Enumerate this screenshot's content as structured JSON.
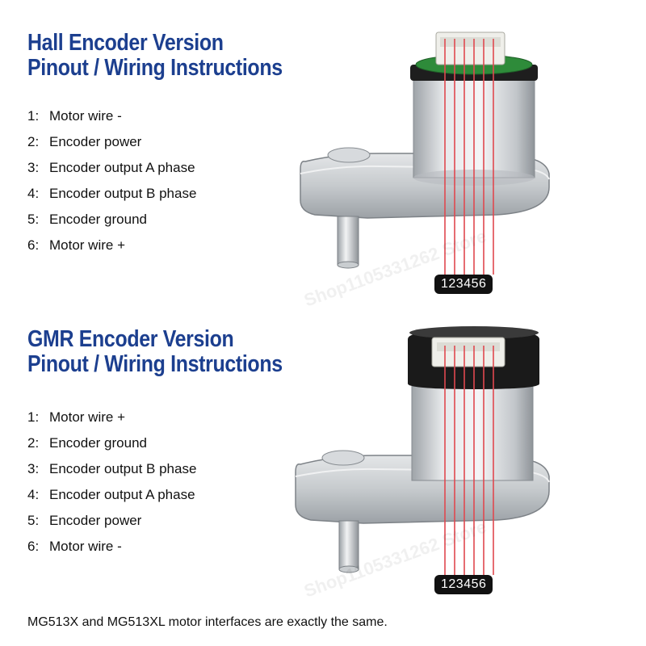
{
  "hall": {
    "title_line1": "Hall Encoder Version",
    "title_line2": "Pinout / Wiring Instructions",
    "pins": [
      {
        "num": "1:",
        "label": "Motor wire -"
      },
      {
        "num": "2:",
        "label": "Encoder power"
      },
      {
        "num": "3:",
        "label": "Encoder output A phase"
      },
      {
        "num": "4:",
        "label": "Encoder output B phase"
      },
      {
        "num": "5:",
        "label": "Encoder ground"
      },
      {
        "num": "6:",
        "label": "Motor wire +"
      }
    ],
    "pin_numbers": "123456"
  },
  "gmr": {
    "title_line1": "GMR Encoder Version",
    "title_line2": "Pinout / Wiring Instructions",
    "pins": [
      {
        "num": "1:",
        "label": "Motor wire +"
      },
      {
        "num": "2:",
        "label": "Encoder ground"
      },
      {
        "num": "3:",
        "label": "Encoder output B phase"
      },
      {
        "num": "4:",
        "label": "Encoder output A phase"
      },
      {
        "num": "5:",
        "label": "Encoder power"
      },
      {
        "num": "6:",
        "label": "Motor wire -"
      }
    ],
    "pin_numbers": "123456"
  },
  "footer": "MG513X and MG513XL motor interfaces are exactly the same.",
  "watermark": "Shop1105331262 Store",
  "colors": {
    "title": "#1c3f8f",
    "wire": "#e0484f",
    "gearbox": "#c9cdd2",
    "motor_can": "#d9dbde",
    "hall_encoder_board": "#2e8b3a",
    "gmr_encoder_cap": "#1a1a1a"
  }
}
